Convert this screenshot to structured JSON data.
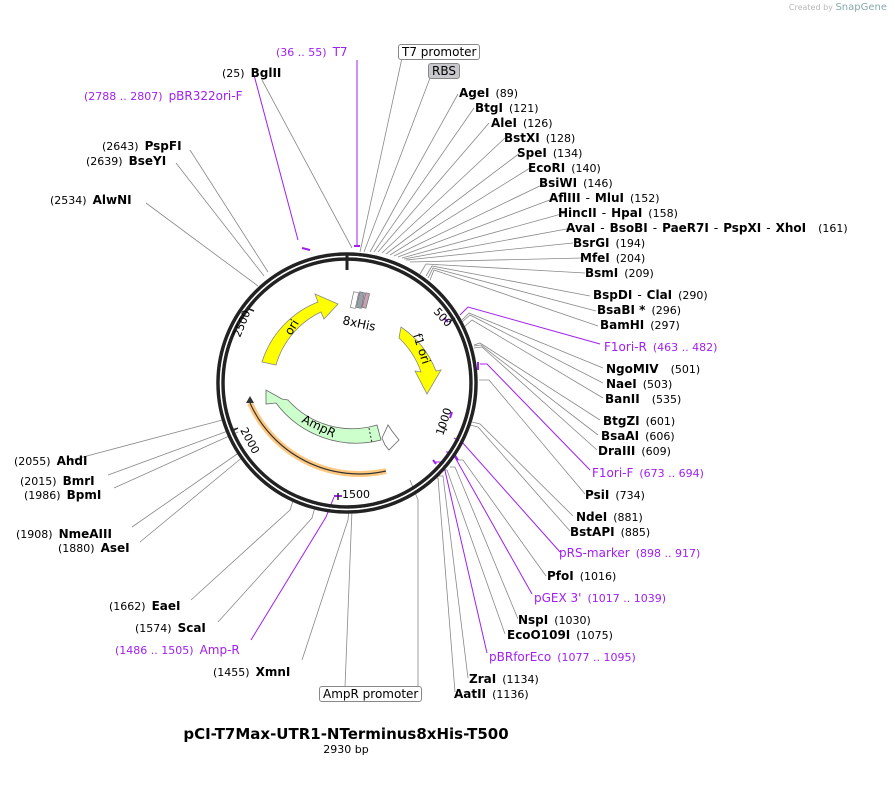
{
  "plasmid": {
    "name": "pCI-T7Max-UTR1-NTerminus8xHis-T500",
    "length_label": "2930 bp"
  },
  "credit": {
    "prefix": "Created by",
    "brand": "SnapGene"
  },
  "colors": {
    "primer": "#a020f0",
    "ori": "#ffff00",
    "ampr": "#ccffcc",
    "promoter_arc": "#ffc880",
    "his_tag": "#c8a0b4",
    "backbone": "#222222"
  },
  "features": {
    "ori": {
      "label": "ori"
    },
    "f1ori": {
      "label": "f1 ori"
    },
    "ampr": {
      "label": "AmpR"
    },
    "his": {
      "label": "8xHis"
    },
    "t7_promoter": {
      "label": "T7 promoter"
    },
    "rbs": {
      "label": "RBS"
    },
    "ampr_promoter": {
      "label": "AmpR promoter"
    }
  },
  "ticks": [
    "500",
    "1000",
    "1500",
    "2000",
    "2500"
  ],
  "sites_right": [
    {
      "name": "AgeI",
      "pos": "(89)"
    },
    {
      "name": "BtgI",
      "pos": "(121)"
    },
    {
      "name": "AleI",
      "pos": "(126)"
    },
    {
      "name": "BstXI",
      "pos": "(128)"
    },
    {
      "name": "SpeI",
      "pos": "(134)"
    },
    {
      "name": "EcoRI",
      "pos": "(140)"
    },
    {
      "name": "BsiWI",
      "pos": "(146)"
    },
    {
      "name": "AflIII - MluI",
      "names": [
        "AflIII",
        "MluI"
      ],
      "pos": "(152)"
    },
    {
      "name": "HincII - HpaI",
      "names": [
        "HincII",
        "HpaI"
      ],
      "pos": "(158)"
    },
    {
      "name": "AvaI - BsoBI - PaeR7I - PspXI - XhoI",
      "names": [
        "AvaI",
        "BsoBI",
        "PaeR7I",
        "PspXI",
        "XhoI"
      ],
      "pos": "(161)"
    },
    {
      "name": "BsrGI",
      "pos": "(194)"
    },
    {
      "name": "MfeI",
      "pos": "(204)"
    },
    {
      "name": "BsmI",
      "pos": "(209)"
    },
    {
      "name": "BspDI - ClaI",
      "names": [
        "BspDI",
        "ClaI"
      ],
      "pos": "(290)"
    },
    {
      "name": "BsaBI *",
      "pos": "(296)"
    },
    {
      "name": "BamHI",
      "pos": "(297)"
    },
    {
      "name": "NgoMIV",
      "pos": "(501)"
    },
    {
      "name": "NaeI",
      "pos": "(503)"
    },
    {
      "name": "BanII",
      "pos": "(535)"
    },
    {
      "name": "BtgZI",
      "pos": "(601)"
    },
    {
      "name": "BsaAI",
      "pos": "(606)"
    },
    {
      "name": "DraIII",
      "pos": "(609)"
    },
    {
      "name": "PsiI",
      "pos": "(734)"
    },
    {
      "name": "NdeI",
      "pos": "(881)"
    },
    {
      "name": "BstAPI",
      "pos": "(885)"
    },
    {
      "name": "PfoI",
      "pos": "(1016)"
    },
    {
      "name": "NspI",
      "pos": "(1030)"
    },
    {
      "name": "EcoO109I",
      "pos": "(1075)"
    },
    {
      "name": "ZraI",
      "pos": "(1134)"
    },
    {
      "name": "AatII",
      "pos": "(1136)"
    }
  ],
  "sites_left": [
    {
      "name": "BglII",
      "pos": "(25)"
    },
    {
      "name": "PspFI",
      "pos": "(2643)"
    },
    {
      "name": "BseYI",
      "pos": "(2639)"
    },
    {
      "name": "AlwNI",
      "pos": "(2534)"
    },
    {
      "name": "AhdI",
      "pos": "(2055)"
    },
    {
      "name": "BmrI",
      "pos": "(2015)"
    },
    {
      "name": "BpmI",
      "pos": "(1986)"
    },
    {
      "name": "NmeAIII",
      "pos": "(1908)"
    },
    {
      "name": "AseI",
      "pos": "(1880)"
    },
    {
      "name": "EaeI",
      "pos": "(1662)"
    },
    {
      "name": "ScaI",
      "pos": "(1574)"
    },
    {
      "name": "XmnI",
      "pos": "(1455)"
    }
  ],
  "primers": [
    {
      "name": "T7",
      "range": "(36 .. 55)"
    },
    {
      "name": "pBR322ori-F",
      "range": "(2788 .. 2807)"
    },
    {
      "name": "F1ori-R",
      "range": "(463 .. 482)"
    },
    {
      "name": "F1ori-F",
      "range": "(673 .. 694)"
    },
    {
      "name": "pRS-marker",
      "range": "(898 .. 917)"
    },
    {
      "name": "pGEX 3'",
      "range": "(1017 .. 1039)"
    },
    {
      "name": "pBRforEco",
      "range": "(1077 .. 1095)"
    },
    {
      "name": "Amp-R",
      "range": "(1486 .. 1505)"
    }
  ]
}
